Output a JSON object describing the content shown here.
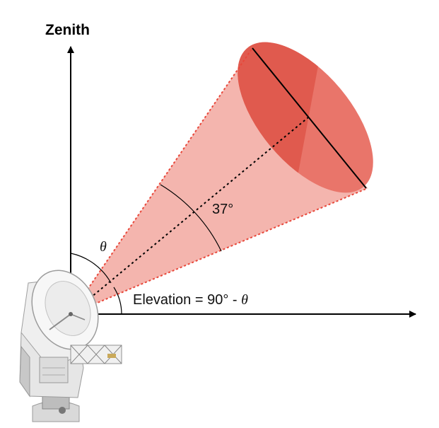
{
  "labels": {
    "zenith": "Zenith",
    "theta": "θ",
    "beam_angle": "37°",
    "elevation_text": "Elevation = 90° - ",
    "elevation_theta": "θ"
  },
  "colors": {
    "cone_fill": "#f4b5ae",
    "cone_edge": "#e8473a",
    "ellipse_fill": "#e9756a",
    "ellipse_inner": "#e05a4e",
    "axis": "#000000"
  },
  "icons": [
    "radio-telescope-icon"
  ]
}
